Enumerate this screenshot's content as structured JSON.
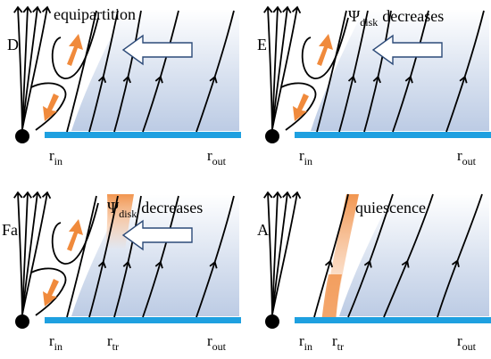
{
  "colors": {
    "disk": "#1ea0e0",
    "blue_tint": "#b9c9e3",
    "orange": "#f08a3c",
    "orange_tint": "#f6b88a",
    "line": "#000000"
  },
  "panels": [
    {
      "id": "D",
      "label": "D",
      "title": "equipartition",
      "r_in": {
        "main": "r",
        "sub": "in"
      },
      "r_out": {
        "main": "r",
        "sub": "out"
      },
      "r_tr": null,
      "has_inflow_arrow": true,
      "has_loops": true,
      "glyph": null
    },
    {
      "id": "E",
      "label": "E",
      "title": "decreases",
      "glyph": "Ψ",
      "glyph_sub": "disk",
      "r_in": {
        "main": "r",
        "sub": "in"
      },
      "r_out": {
        "main": "r",
        "sub": "out"
      },
      "r_tr": null,
      "has_inflow_arrow": true,
      "has_loops": true
    },
    {
      "id": "Fa",
      "label": "Fa",
      "title": "decreases",
      "glyph": "Ψ",
      "glyph_sub": "disk",
      "r_in": {
        "main": "r",
        "sub": "in"
      },
      "r_out": {
        "main": "r",
        "sub": "out"
      },
      "r_tr": {
        "main": "r",
        "sub": "tr"
      },
      "has_inflow_arrow": true,
      "has_loops": true
    },
    {
      "id": "A",
      "label": "A",
      "title": "quiescence",
      "glyph": null,
      "r_in": {
        "main": "r",
        "sub": "in"
      },
      "r_out": {
        "main": "r",
        "sub": "out"
      },
      "r_tr": {
        "main": "r",
        "sub": "tr"
      },
      "has_inflow_arrow": false,
      "has_loops": false
    }
  ]
}
